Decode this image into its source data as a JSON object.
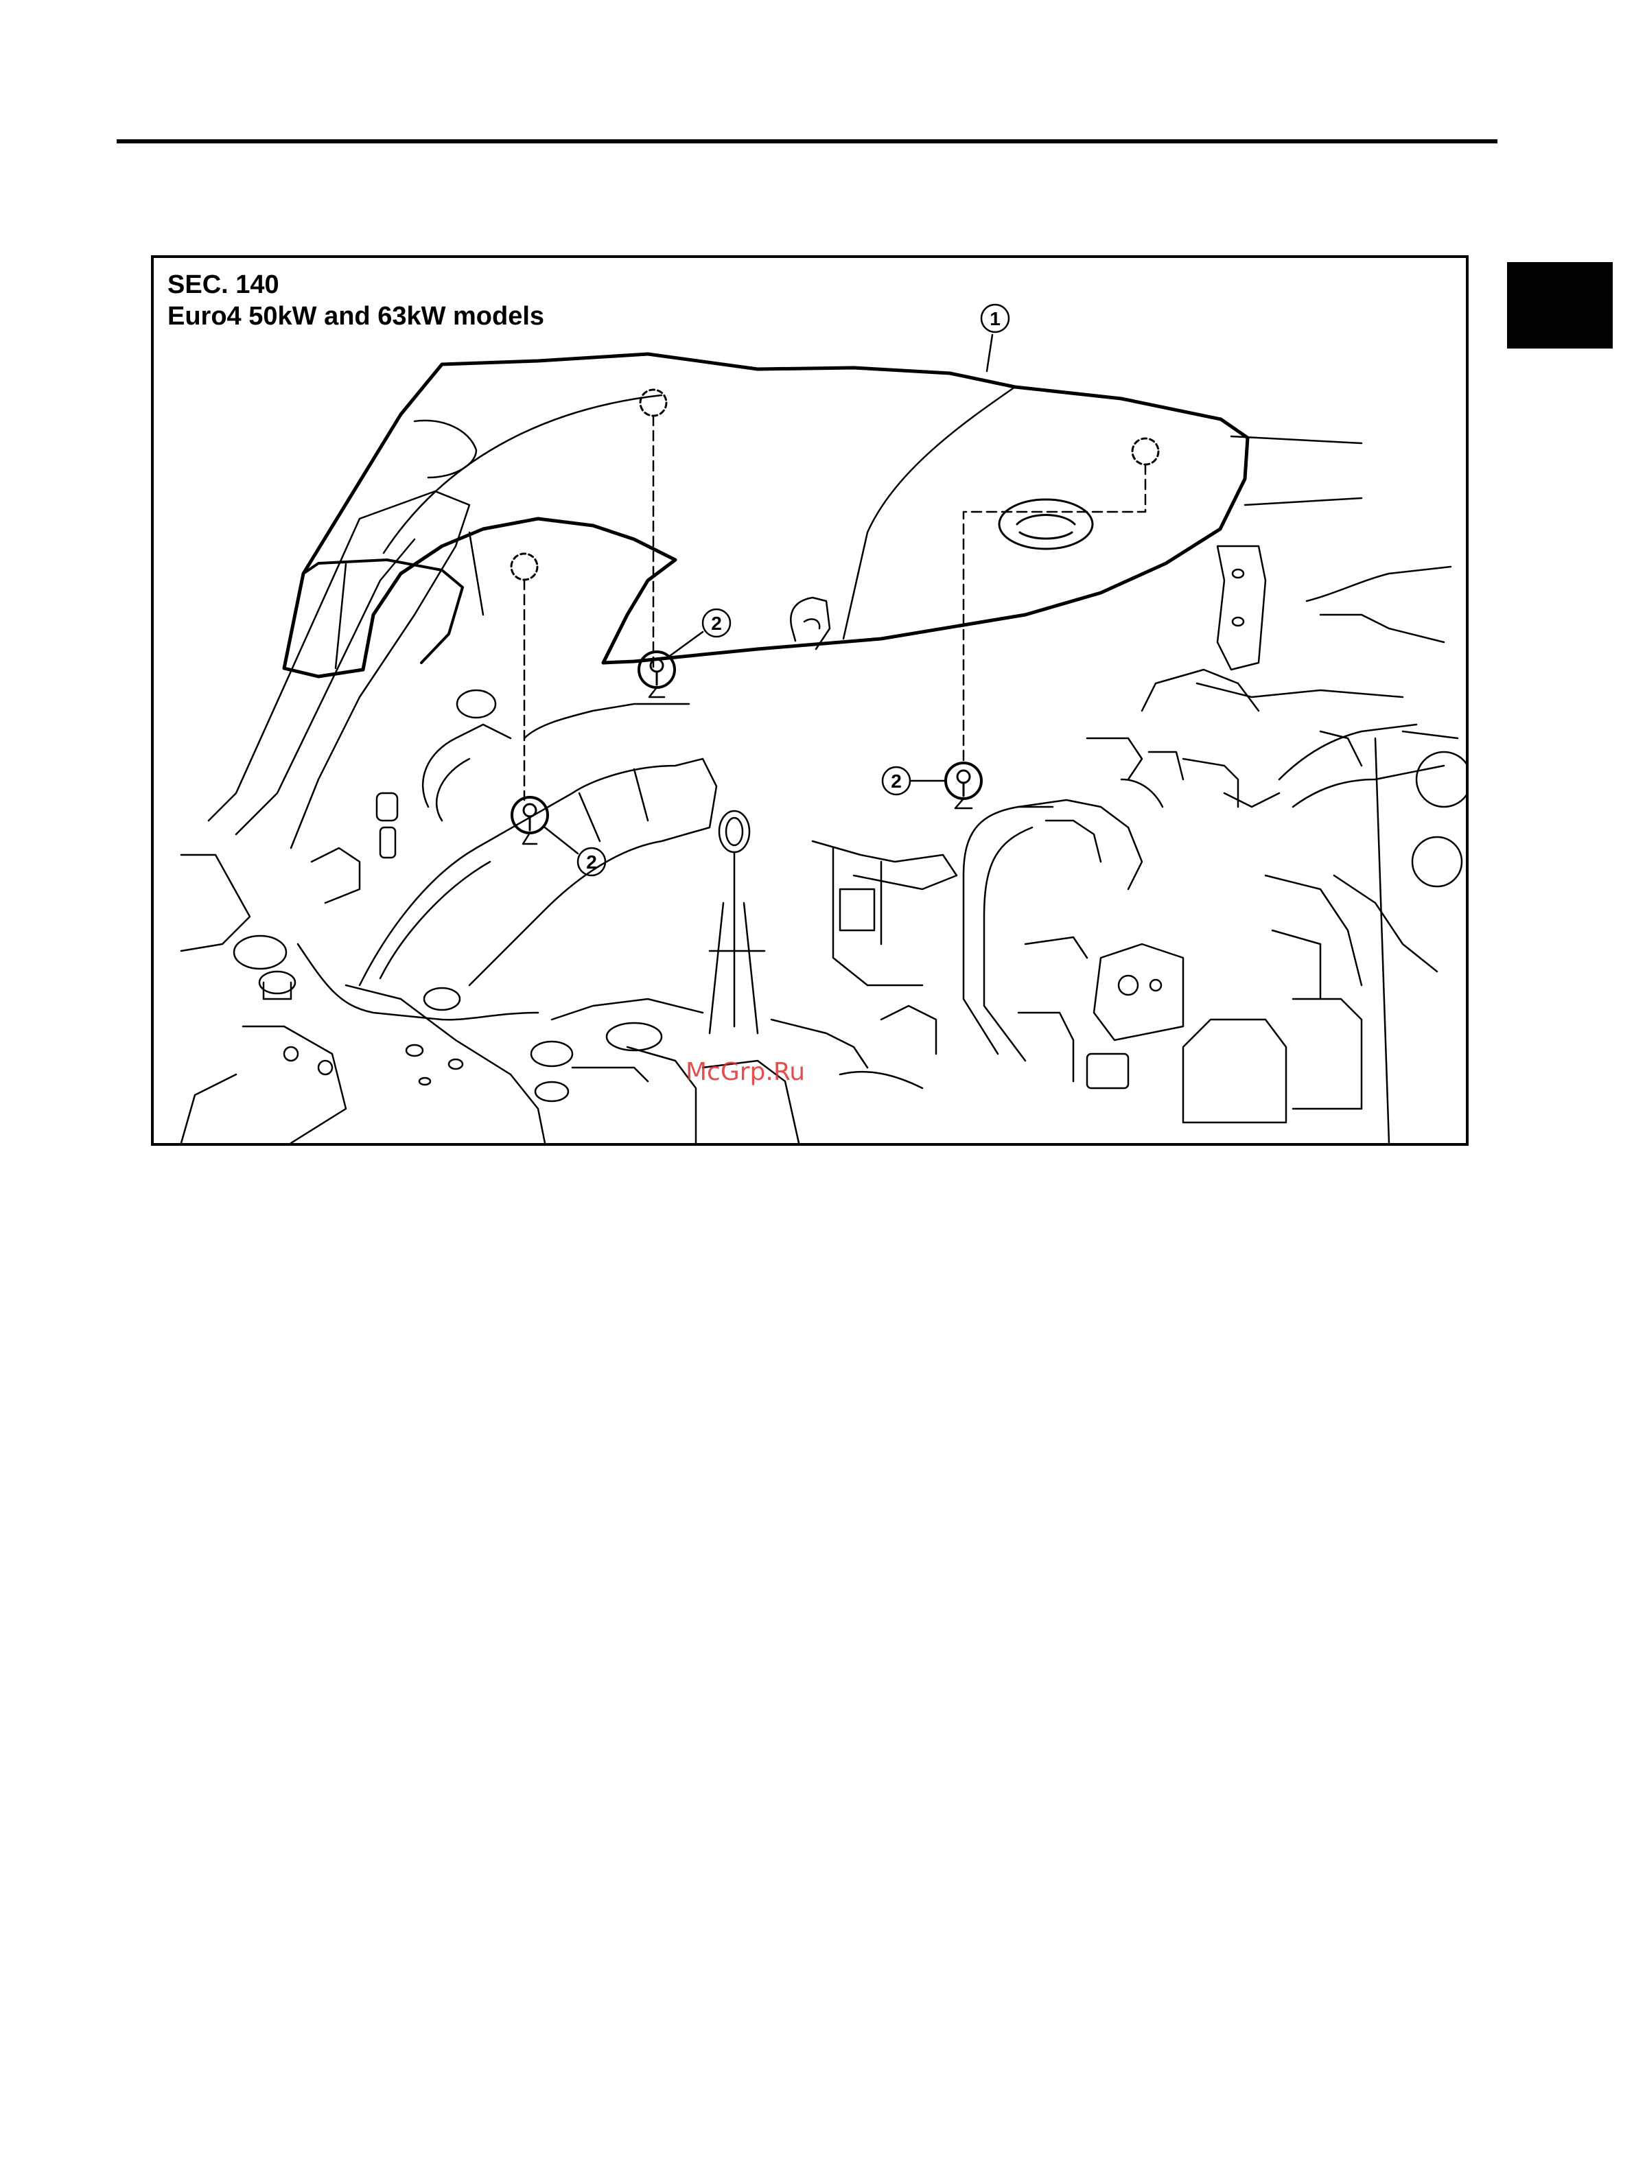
{
  "figure": {
    "section": "SEC. 140",
    "models": "Euro4 50kW and 63kW models",
    "callouts": [
      {
        "number": "1",
        "part": "engine-cover"
      },
      {
        "number": "2",
        "part": "grommet"
      },
      {
        "number": "2",
        "part": "grommet"
      },
      {
        "number": "2",
        "part": "grommet"
      }
    ]
  },
  "watermark": "McGrp.Ru",
  "colors": {
    "ink": "#000000",
    "paper": "#ffffff",
    "watermark": "#e03030"
  }
}
